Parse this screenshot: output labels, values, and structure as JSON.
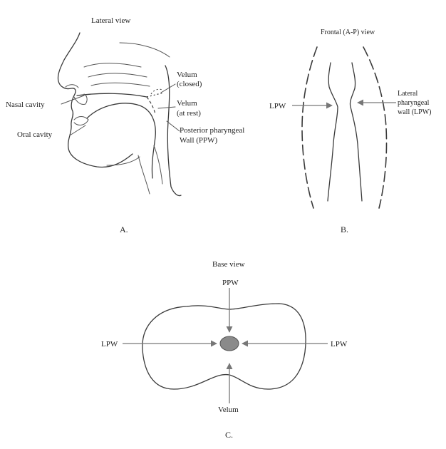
{
  "panel_a": {
    "title": "Lateral view",
    "label_nasal_cavity": "Nasal cavity",
    "label_oral_cavity": "Oral cavity",
    "label_velum_closed_1": "Velum",
    "label_velum_closed_2": "(closed)",
    "label_velum_rest_1": "Velum",
    "label_velum_rest_2": "(at rest)",
    "label_ppw_1": "Posterior pharyngeal",
    "label_ppw_2": "Wall (PPW)",
    "caption": "A."
  },
  "panel_b": {
    "title": "Frontal (A-P) view",
    "label_lpw_left": "LPW",
    "label_lateral_1": "Lateral",
    "label_lateral_2": "pharyngeal",
    "label_lateral_3": "wall (LPW)",
    "caption": "B."
  },
  "panel_c": {
    "title": "Base view",
    "label_ppw": "PPW",
    "label_lpw_left": "LPW",
    "label_lpw_right": "LPW",
    "label_velum": "Velum",
    "caption": "C."
  },
  "colors": {
    "ink": "#3a3a3a",
    "arrow": "#777777",
    "opening_fill": "#8a8a8a"
  }
}
